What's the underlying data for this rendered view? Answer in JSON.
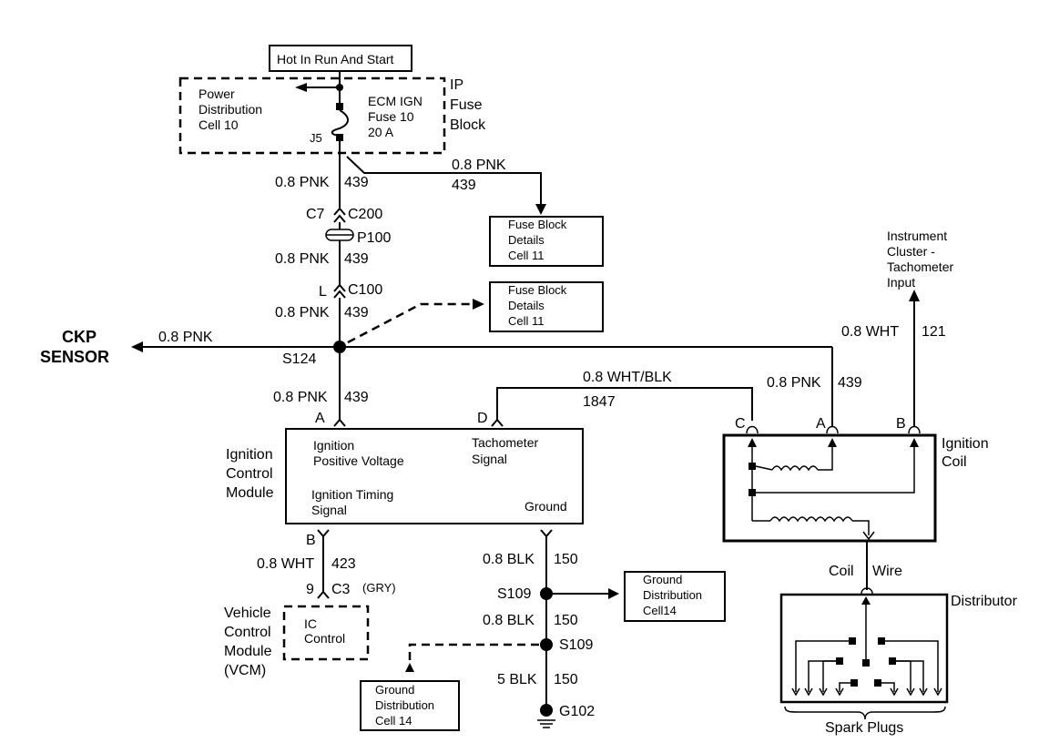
{
  "hot_in_run": "Hot In Run And Start",
  "ip_fuse_block": [
    "IP",
    "Fuse",
    "Block"
  ],
  "power_distribution": [
    "Power",
    "Distribution",
    "Cell 10"
  ],
  "ecm_fuse": [
    "ECM IGN",
    "Fuse 10",
    "20 A"
  ],
  "j5": "J5",
  "wire_08pnk": "0.8 PNK",
  "circuit_439": "439",
  "c7": "C7",
  "c200": "C200",
  "p100": "P100",
  "l_pin": "L",
  "c100": "C100",
  "fuse_block_details": [
    "Fuse Block",
    "Details",
    "Cell 11"
  ],
  "ckp_sensor": [
    "CKP",
    "SENSOR"
  ],
  "s124": "S124",
  "instrument_cluster": [
    "Instrument",
    "Cluster -",
    "Tachometer",
    "Input"
  ],
  "wire_08wht": "0.8 WHT",
  "circuit_121": "121",
  "wire_08whtblk": "0.8 WHT/BLK",
  "circuit_1847": "1847",
  "pin_a": "A",
  "pin_b": "B",
  "pin_c": "C",
  "pin_d": "D",
  "pin_9": "9",
  "icm_label": [
    "Ignition",
    "Control",
    "Module"
  ],
  "icm_ign_pos": [
    "Ignition",
    "Positive Voltage"
  ],
  "icm_tach": [
    "Tachometer",
    "Signal"
  ],
  "icm_timing": [
    "Ignition Timing",
    "Signal"
  ],
  "icm_ground": "Ground",
  "ignition_coil": [
    "Ignition",
    "Coil"
  ],
  "coil_wire": [
    "Coil",
    "Wire"
  ],
  "distributor": "Distributor",
  "spark_plugs": "Spark Plugs",
  "circuit_423": "423",
  "c3": "C3",
  "gry": "(GRY)",
  "vcm_label": [
    "Vehicle",
    "Control",
    "Module",
    "(VCM)"
  ],
  "ic_control": [
    "IC",
    "Control"
  ],
  "wire_08blk": "0.8 BLK",
  "wire_5blk": "5 BLK",
  "circuit_150": "150",
  "s109": "S109",
  "g102": "G102",
  "ground_dist_14": [
    "Ground",
    "Distribution",
    "Cell14"
  ],
  "ground_dist_14b": [
    "Ground",
    "Distribution",
    "Cell 14"
  ]
}
